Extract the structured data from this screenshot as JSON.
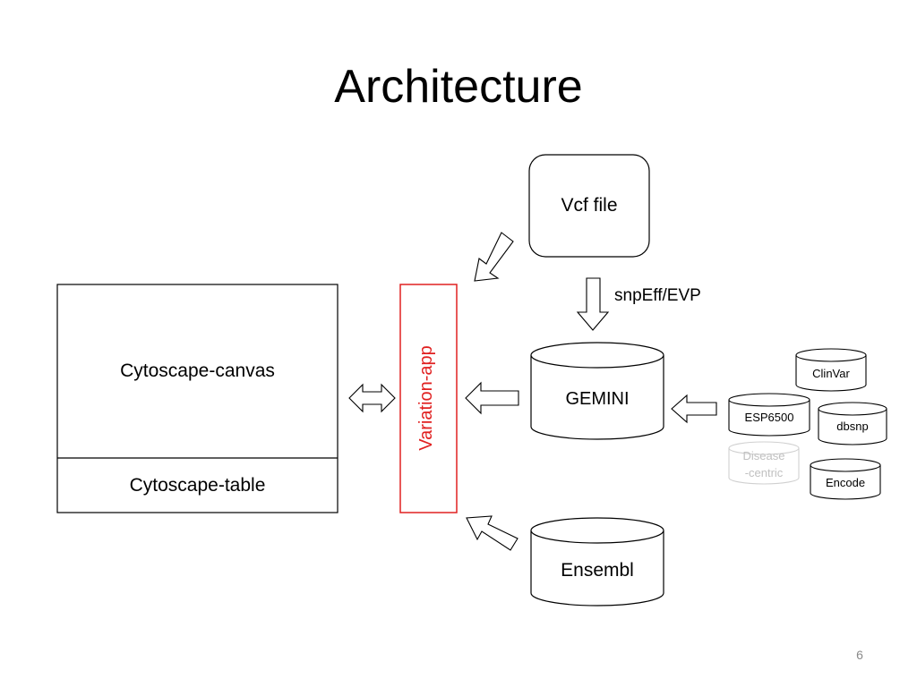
{
  "slide": {
    "title": "Architecture",
    "page_number": "6"
  },
  "nodes": {
    "cytoscape_canvas": "Cytoscape-canvas",
    "cytoscape_table": "Cytoscape-table",
    "variation_app": "Variation-app",
    "vcf_file": "Vcf file",
    "gemini": "GEMINI",
    "ensembl": "Ensembl",
    "clinvar": "ClinVar",
    "esp6500": "ESP6500",
    "dbsnp": "dbsnp",
    "disease_centric_line1": "Disease",
    "disease_centric_line2": "-centric",
    "encode": "Encode"
  },
  "edges": {
    "vcf_to_gemini_label": "snpEff/EVP"
  },
  "colors": {
    "variation_app_accent": "#e02020",
    "faded_text": "#c0c0c0"
  }
}
